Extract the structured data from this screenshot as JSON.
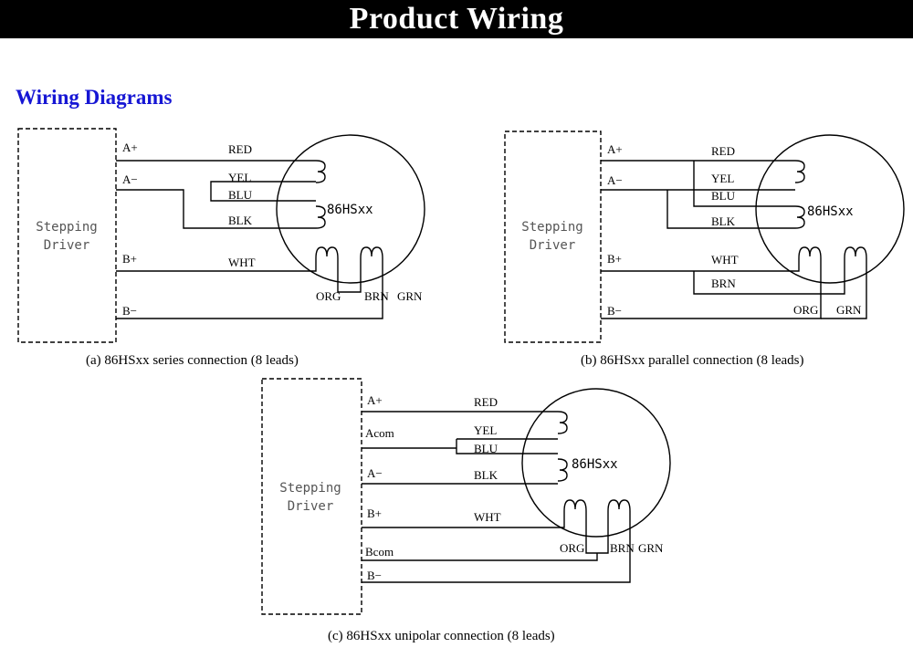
{
  "banner": {
    "title": "Product Wiring"
  },
  "section": {
    "title": "Wiring Diagrams"
  },
  "common": {
    "driver_line1": "Stepping",
    "driver_line2": "Driver",
    "motor_model": "86HSxx"
  },
  "diagram_a": {
    "caption": "(a)  86HSxx series connection (8 leads)",
    "terminals": [
      "A+",
      "A−",
      "B+",
      "B−"
    ],
    "wires": [
      "RED",
      "YEL",
      "BLU",
      "BLK",
      "WHT",
      "ORG",
      "BRN",
      "GRN"
    ]
  },
  "diagram_b": {
    "caption": "(b)  86HSxx parallel connection (8 leads)",
    "terminals": [
      "A+",
      "A−",
      "B+",
      "B−"
    ],
    "wires": [
      "RED",
      "YEL",
      "BLU",
      "BLK",
      "WHT",
      "BRN",
      "ORG",
      "GRN"
    ]
  },
  "diagram_c": {
    "caption": "(c)  86HSxx unipolar connection (8 leads)",
    "terminals": [
      "A+",
      "Acom",
      "A−",
      "B+",
      "Bcom",
      "B−"
    ],
    "wires": [
      "RED",
      "YEL",
      "BLU",
      "BLK",
      "WHT",
      "ORG",
      "BRN",
      "GRN"
    ]
  }
}
